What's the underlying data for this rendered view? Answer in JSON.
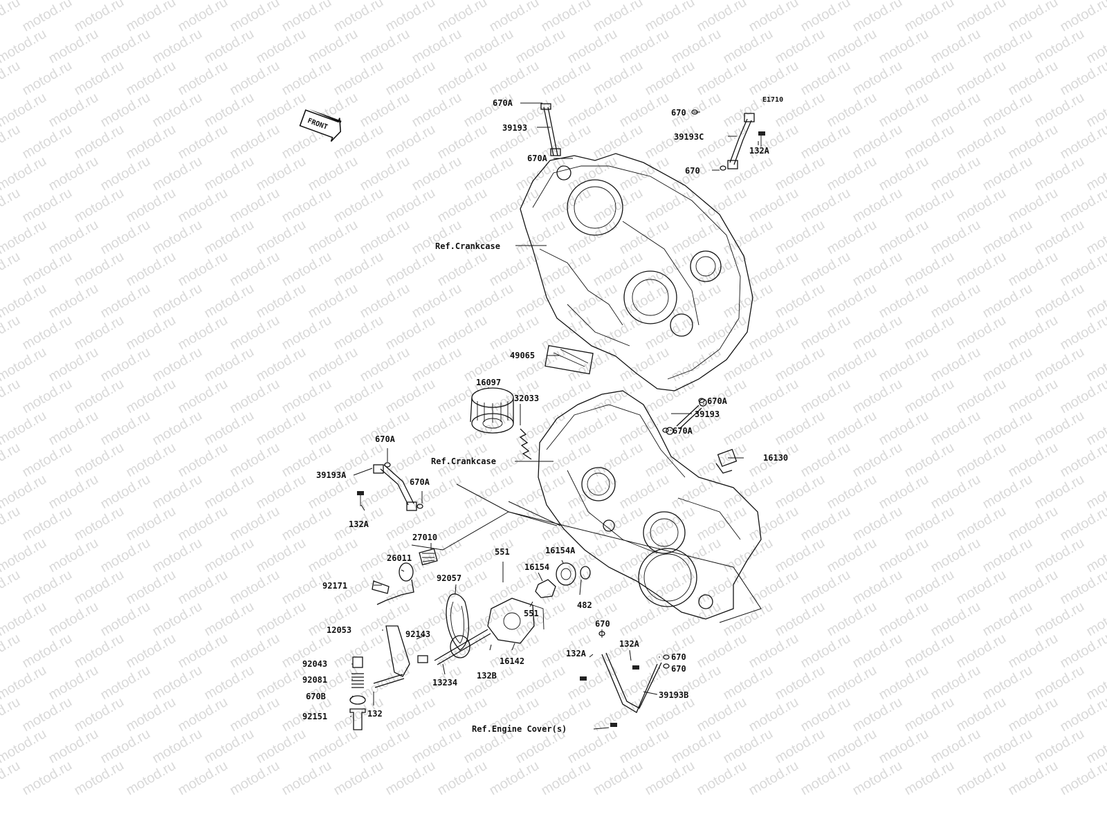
{
  "watermark": "motod.ru",
  "diagram_code": "E1710",
  "front_label": "FRONT",
  "ref_labels": {
    "crankcase_upper": "Ref.Crankcase",
    "crankcase_lower": "Ref.Crankcase",
    "engine_cover": "Ref.Engine Cover(s)"
  },
  "parts": {
    "p670A_top1": "670A",
    "p39193_top": "39193",
    "p670A_top2": "670A",
    "p670_tr1": "670",
    "p39193C": "39193C",
    "p132A_tr": "132A",
    "p670_tr2": "670",
    "p49065": "49065",
    "p16097": "16097",
    "p32033": "32033",
    "p670A_r1": "670A",
    "p39193_r": "39193",
    "p670A_r2": "670A",
    "p16130": "16130",
    "p670A_l1": "670A",
    "p39193A": "39193A",
    "p670A_l2": "670A",
    "p132A_l": "132A",
    "p27010": "27010",
    "p26011": "26011",
    "p92171": "92171",
    "p551_a": "551",
    "p16154A": "16154A",
    "p16154": "16154",
    "p92057": "92057",
    "p482": "482",
    "p551_b": "551",
    "p12053": "12053",
    "p92143": "92143",
    "p92043": "92043",
    "p16142": "16142",
    "p132B": "132B",
    "p13234": "13234",
    "p92081": "92081",
    "p670B": "670B",
    "p132": "132",
    "p92151": "92151",
    "p670_br0": "670",
    "p132A_br1": "132A",
    "p132A_br2": "132A",
    "p670_br1": "670",
    "p670_br2": "670",
    "p39193B": "39193B"
  }
}
